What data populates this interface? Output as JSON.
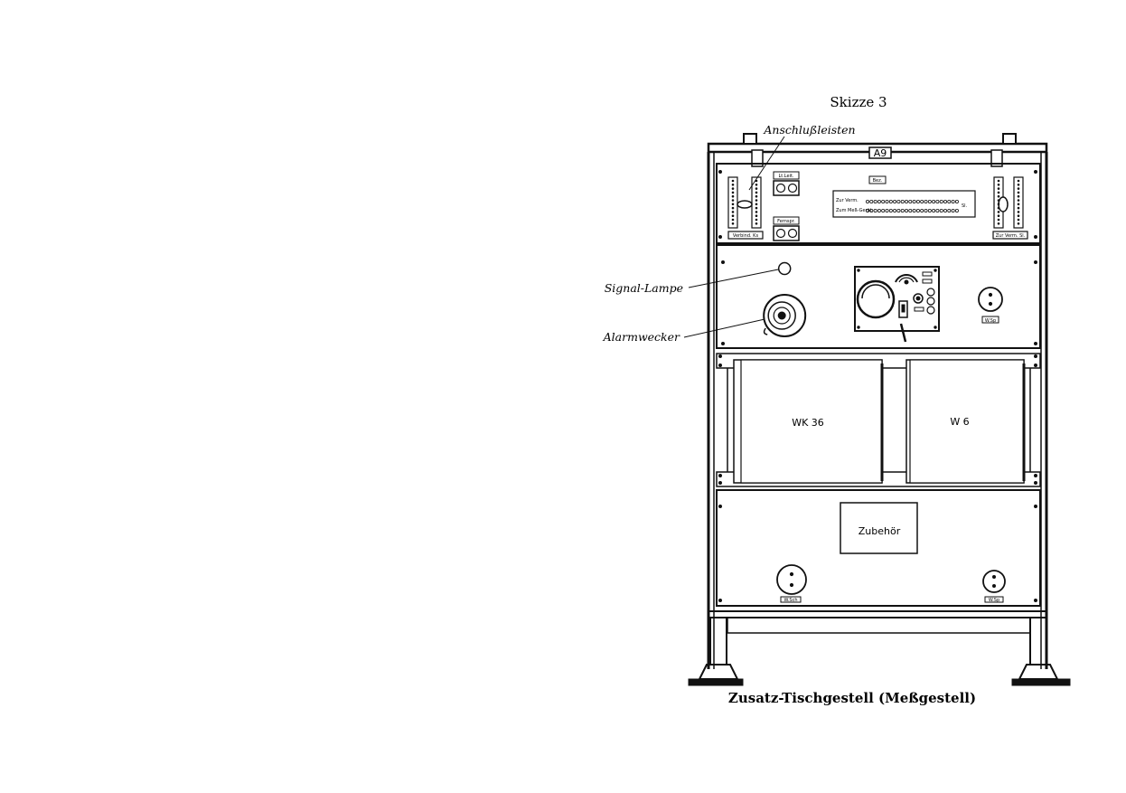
{
  "figure": {
    "heading": "Skizze 3",
    "caption": "Zusatz-Tischgestell (Meßgestell)"
  },
  "labels": {
    "anschlussleisten": "Anschlußleisten",
    "signal_lampe": "Signal-Lampe",
    "alarmwecker": "Alarmwecker"
  },
  "panel_text": {
    "top_plate": "A9",
    "tag_left_top": "Lt.Leit.",
    "tag_left_bottom": "Fernspr.",
    "tag_center": "Bez.",
    "left_strip_label": "Verbind. Ks",
    "right_strip_label": "Zur Verm. Sl.",
    "strip_row1": "Zur Verm.",
    "strip_row2": "Zum Meß-Gerät",
    "strip_end": "Sl.",
    "socket_right_tag": "W.Sp",
    "socket_left_tag": "W.Sch",
    "socket_right2_tag": "W.Sp",
    "box_wk36": "WK 36",
    "box_w6": "W 6",
    "box_zubehor": "Zubehör"
  }
}
